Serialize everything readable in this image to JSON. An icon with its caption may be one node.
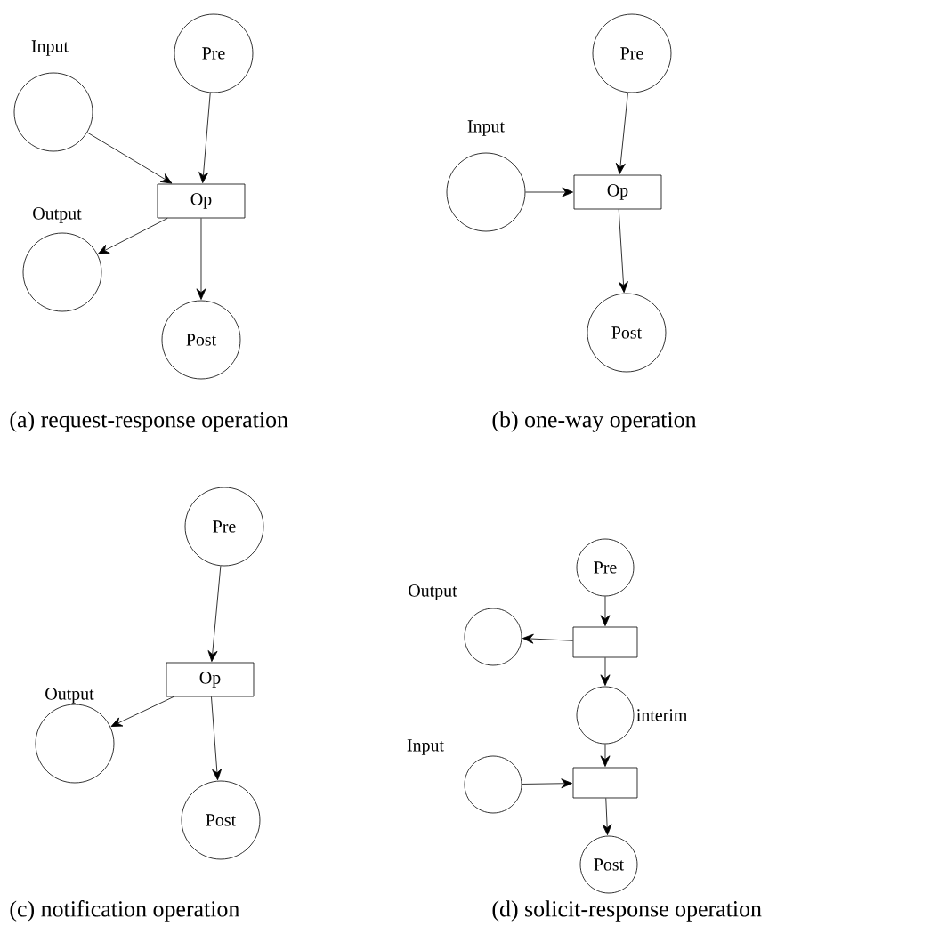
{
  "diagram": {
    "nodes": [
      {
        "text": [
          "Pre"
        ]
      },
      {
        "text": [
          "Input"
        ]
      },
      {
        "text": [
          "Op"
        ]
      },
      {
        "text": [
          "Output"
        ]
      },
      {
        "text": [
          "Post"
        ]
      },
      {
        "text": [
          "Pre"
        ]
      },
      {
        "text": [
          "Input"
        ]
      },
      {
        "text": [
          "Op"
        ]
      },
      {
        "text": [
          "Post"
        ]
      },
      {
        "text": [
          "Pre"
        ]
      },
      {
        "text": [
          "Op"
        ]
      },
      {
        "text": [
          "Output"
        ]
      },
      {
        "text": [
          "Post"
        ]
      },
      {
        "text": [
          "Pre"
        ]
      },
      {
        "text": [],
        "shape": "box"
      },
      {
        "text": [
          "Output"
        ]
      },
      {
        "text": [],
        "shape": "circle",
        "beside": [
          "interim"
        ]
      },
      {
        "text": [],
        "shape": "box"
      },
      {
        "text": [
          "Input"
        ]
      },
      {
        "text": [
          "Post"
        ]
      }
    ],
    "edges": [
      {
        "from": 0,
        "to": 2,
        "arrow": "to"
      },
      {
        "from": 1,
        "to": 2,
        "arrow": "to"
      },
      {
        "from": 2,
        "to": 3,
        "arrow": "to"
      },
      {
        "from": 2,
        "to": 4,
        "arrow": "to"
      },
      {
        "from": 5,
        "to": 7,
        "arrow": "to"
      },
      {
        "from": 6,
        "to": 7,
        "arrow": "to"
      },
      {
        "from": 7,
        "to": 8,
        "arrow": "to"
      },
      {
        "from": 9,
        "to": 10,
        "arrow": "to"
      },
      {
        "from": 10,
        "to": 11,
        "arrow": "to"
      },
      {
        "from": 10,
        "to": 12,
        "arrow": "to"
      },
      {
        "from": 13,
        "to": 14,
        "arrow": "to"
      },
      {
        "from": 14,
        "to": 15,
        "arrow": "to"
      },
      {
        "from": 14,
        "to": 16,
        "arrow": "to"
      },
      {
        "from": 16,
        "to": 17,
        "arrow": "to"
      },
      {
        "from": 18,
        "to": 17,
        "arrow": "to"
      },
      {
        "from": 17,
        "to": 19,
        "arrow": "to"
      }
    ],
    "labels": [
      "(a) request-response operation",
      "(b) one-way operation",
      "(c) notification operation",
      "(d) solicit-response operation"
    ]
  }
}
